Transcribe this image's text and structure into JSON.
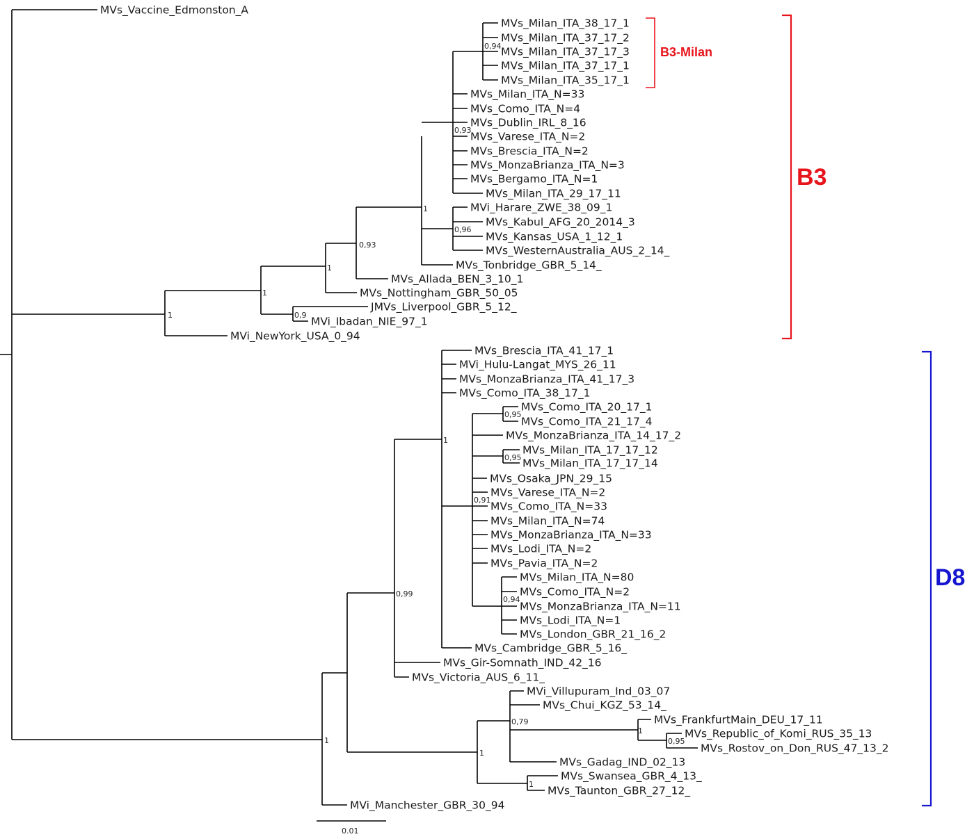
{
  "colors": {
    "black": "#1a1a1a",
    "b3": "#e8141b",
    "d8": "#1616d0"
  },
  "groups": [
    {
      "label": "B3-Milan",
      "color": "#e8141b"
    },
    {
      "label": "B3",
      "color": "#e8141b"
    },
    {
      "label": "D8",
      "color": "#1616d0"
    }
  ],
  "scale_bar_label": "0.01",
  "tips": [
    {
      "label": "MVs_Vaccine_Edmonston_A",
      "color": "#1a1a1a"
    },
    {
      "label": "MVs_Milan_ITA_38_17_1",
      "color": "#1a1a1a"
    },
    {
      "label": "MVs_Milan_ITA_37_17_2",
      "color": "#1a1a1a"
    },
    {
      "label": "MVs_Milan_ITA_37_17_3",
      "color": "#1a1a1a"
    },
    {
      "label": "MVs_Milan_ITA_37_17_1",
      "color": "#1a1a1a"
    },
    {
      "label": "MVs_Milan_ITA_35_17_1",
      "color": "#1a1a1a"
    },
    {
      "label": "MVs_Milan_ITA_N=33",
      "color": "#1a1a1a"
    },
    {
      "label": "MVs_Como_ITA_N=4",
      "color": "#1a1a1a"
    },
    {
      "label": "MVs_Dublin_IRL_8_16",
      "color": "#e8141b"
    },
    {
      "label": "MVs_Varese_ITA_N=2",
      "color": "#1a1a1a"
    },
    {
      "label": "MVs_Brescia_ITA_N=2",
      "color": "#1a1a1a"
    },
    {
      "label": "MVs_MonzaBrianza_ITA_N=3",
      "color": "#1a1a1a"
    },
    {
      "label": "MVs_Bergamo_ITA_N=1",
      "color": "#1a1a1a"
    },
    {
      "label": "MVs_Milan_ITA_29_17_11",
      "color": "#1a1a1a"
    },
    {
      "label": "MVi_Harare_ZWE_38_09_1",
      "color": "#1a1a1a"
    },
    {
      "label": "MVs_Kabul_AFG_20_2014_3",
      "color": "#1a1a1a"
    },
    {
      "label": "MVs_Kansas_USA_1_12_1",
      "color": "#1a1a1a"
    },
    {
      "label": "MVs_WesternAustralia_AUS_2_14_",
      "color": "#1a1a1a"
    },
    {
      "label": "MVs_Tonbridge_GBR_5_14_",
      "color": "#1a1a1a"
    },
    {
      "label": "MVs_Allada_BEN_3_10_1",
      "color": "#1a1a1a"
    },
    {
      "label": "MVs_Nottingham_GBR_50_05",
      "color": "#1a1a1a"
    },
    {
      "label": "JMVs_Liverpool_GBR_5_12_",
      "color": "#1a1a1a"
    },
    {
      "label": "MVi_Ibadan_NIE_97_1",
      "color": "#1a1a1a"
    },
    {
      "label": "MVi_NewYork_USA_0_94",
      "color": "#1a1a1a"
    },
    {
      "label": "MVs_Brescia_ITA_41_17_1",
      "color": "#1a1a1a"
    },
    {
      "label": "MVi_Hulu-Langat_MYS_26_11",
      "color": "#1616d0"
    },
    {
      "label": "MVs_MonzaBrianza_ITA_41_17_3",
      "color": "#1a1a1a"
    },
    {
      "label": "MVs_Como_ITA_38_17_1",
      "color": "#1a1a1a"
    },
    {
      "label": "MVs_Como_ITA_20_17_1",
      "color": "#1a1a1a"
    },
    {
      "label": "MVs_Como_ITA_21_17_4",
      "color": "#1a1a1a"
    },
    {
      "label": "MVs_MonzaBrianza_ITA_14_17_2",
      "color": "#1a1a1a"
    },
    {
      "label": "MVs_Milan_ITA_17_17_12",
      "color": "#1a1a1a"
    },
    {
      "label": "MVs_Milan_ITA_17_17_14",
      "color": "#1a1a1a"
    },
    {
      "label": "MVs_Osaka_JPN_29_15",
      "color": "#1616d0"
    },
    {
      "label": "MVs_Varese_ITA_N=2",
      "color": "#1a1a1a"
    },
    {
      "label": "MVs_Como_ITA_N=33",
      "color": "#1a1a1a"
    },
    {
      "label": "MVs_Milan_ITA_N=74",
      "color": "#1a1a1a"
    },
    {
      "label": "MVs_MonzaBrianza_ITA_N=33",
      "color": "#1a1a1a"
    },
    {
      "label": "MVs_Lodi_ITA_N=2",
      "color": "#1a1a1a"
    },
    {
      "label": "MVs_Pavia_ITA_N=2",
      "color": "#1a1a1a"
    },
    {
      "label": "MVs_Milan_ITA_N=80",
      "color": "#1a1a1a"
    },
    {
      "label": "MVs_Como_ITA_N=2",
      "color": "#1a1a1a"
    },
    {
      "label": "MVs_MonzaBrianza_ITA_N=11",
      "color": "#1a1a1a"
    },
    {
      "label": "MVs_Lodi_ITA_N=1",
      "color": "#1a1a1a"
    },
    {
      "label": "MVs_London_GBR_21_16_2",
      "color": "#1616d0"
    },
    {
      "label": "MVs_Cambridge_GBR_5_16_",
      "color": "#1a1a1a"
    },
    {
      "label": "MVs_Gir-Somnath_IND_42_16",
      "color": "#1a1a1a"
    },
    {
      "label": "MVs_Victoria_AUS_6_11_",
      "color": "#1a1a1a"
    },
    {
      "label": "MVi_Villupuram_Ind_03_07",
      "color": "#1a1a1a"
    },
    {
      "label": "MVs_Chui_KGZ_53_14_",
      "color": "#1a1a1a"
    },
    {
      "label": "MVs_FrankfurtMain_DEU_17_11",
      "color": "#1a1a1a"
    },
    {
      "label": "MVs_Republic_of_Komi_RUS_35_13",
      "color": "#1a1a1a"
    },
    {
      "label": "MVs_Rostov_on_Don_RUS_47_13_2",
      "color": "#1a1a1a"
    },
    {
      "label": "MVs_Gadag_IND_02_13",
      "color": "#1a1a1a"
    },
    {
      "label": "MVs_Swansea_GBR_4_13_",
      "color": "#1a1a1a"
    },
    {
      "label": "MVs_Taunton_GBR_27_12_",
      "color": "#1a1a1a"
    },
    {
      "label": "MVi_Manchester_GBR_30_94",
      "color": "#1a1a1a"
    }
  ],
  "supports": [
    "0,94",
    "0,93",
    "1",
    "0,96",
    "0,93",
    "1",
    "1",
    "0,9",
    "1",
    "0,95",
    "0,95",
    "0,91",
    "0,94",
    "1",
    "0,99",
    "1",
    "0,95",
    "0,79",
    "1",
    "1",
    "1"
  ]
}
